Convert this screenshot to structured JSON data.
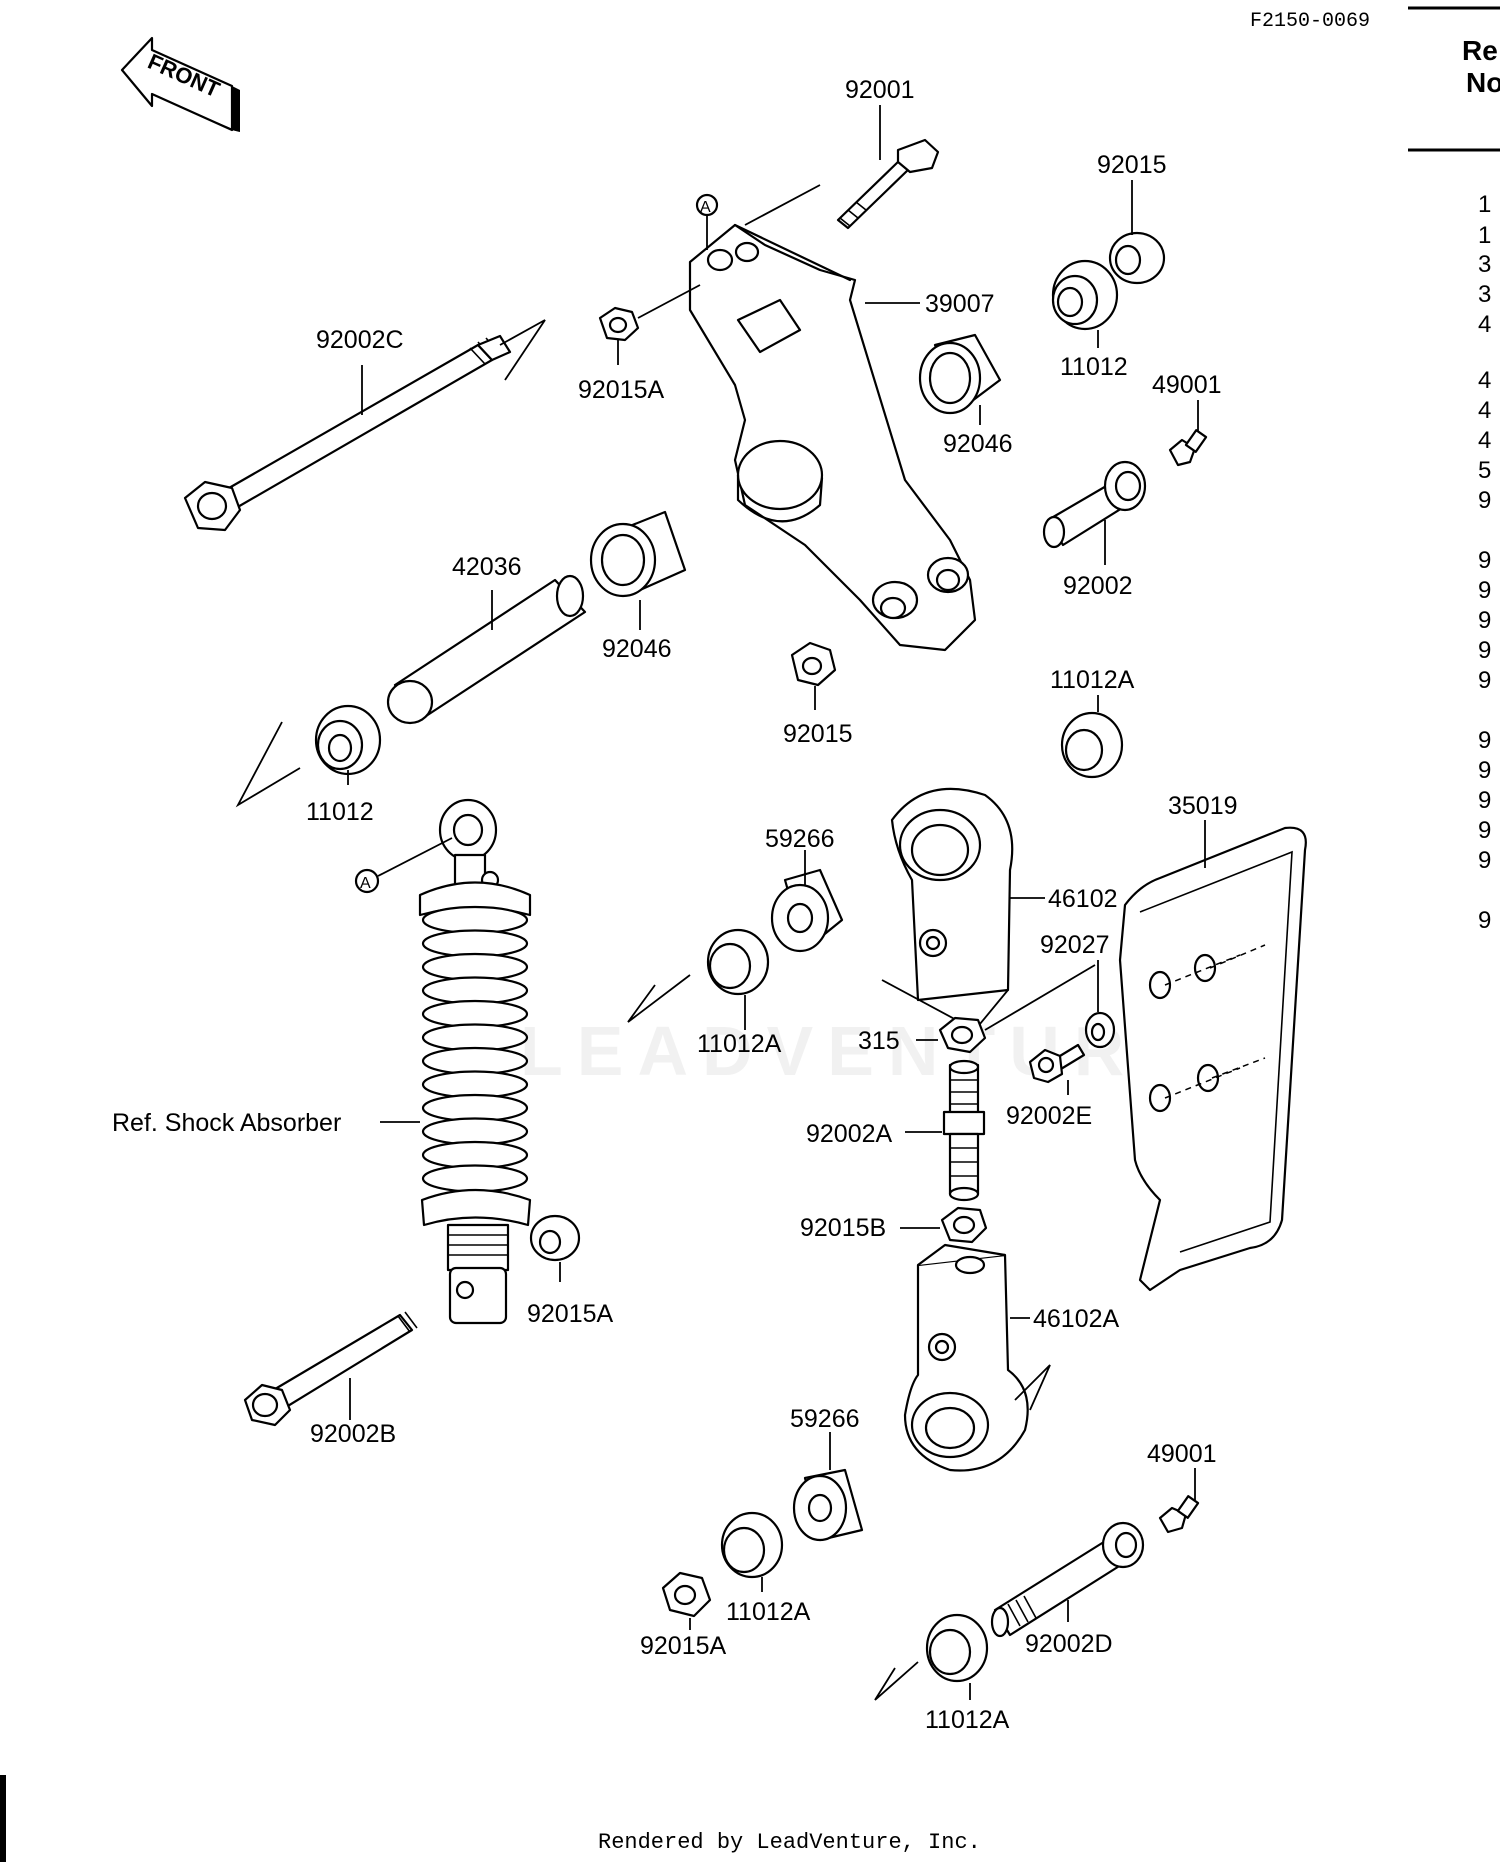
{
  "drawing_id": "F2150-0069",
  "front_label": "FRONT",
  "ref_marker": "A",
  "credit": "Rendered by LeadVenture, Inc.",
  "watermark": "LEADVENTURE",
  "side_panel": {
    "header_line1": "Re",
    "header_line2": "No",
    "ref_digits": [
      "1",
      "1",
      "3",
      "3",
      "4",
      "4",
      "4",
      "4",
      "5",
      "9",
      "9",
      "9",
      "9",
      "9",
      "9",
      "9",
      "9",
      "9",
      "9",
      "9",
      "9"
    ]
  },
  "labels": {
    "p92001": "92001",
    "p92015_top": "92015",
    "p11012_top": "11012",
    "p39007": "39007",
    "p92002C": "92002C",
    "p92015A_top": "92015A",
    "p92046_right": "92046",
    "p49001_top": "49001",
    "p92002": "92002",
    "p42036": "42036",
    "p92046_left": "92046",
    "p92015_mid": "92015",
    "p11012A_mid": "11012A",
    "p11012_left": "11012",
    "p35019": "35019",
    "p59266_top": "59266",
    "p46102": "46102",
    "p92027": "92027",
    "p11012A_left": "11012A",
    "p315": "315",
    "p92002E": "92002E",
    "shock": "Ref. Shock Absorber",
    "p92002A": "92002A",
    "p92015B": "92015B",
    "p92015A_shock": "92015A",
    "p46102A": "46102A",
    "p92002B": "92002B",
    "p59266_bottom": "59266",
    "p49001_bottom": "49001",
    "p11012A_bottom": "11012A",
    "p92015A_bottom": "92015A",
    "p92002D": "92002D",
    "p11012A_lowest": "11012A"
  }
}
